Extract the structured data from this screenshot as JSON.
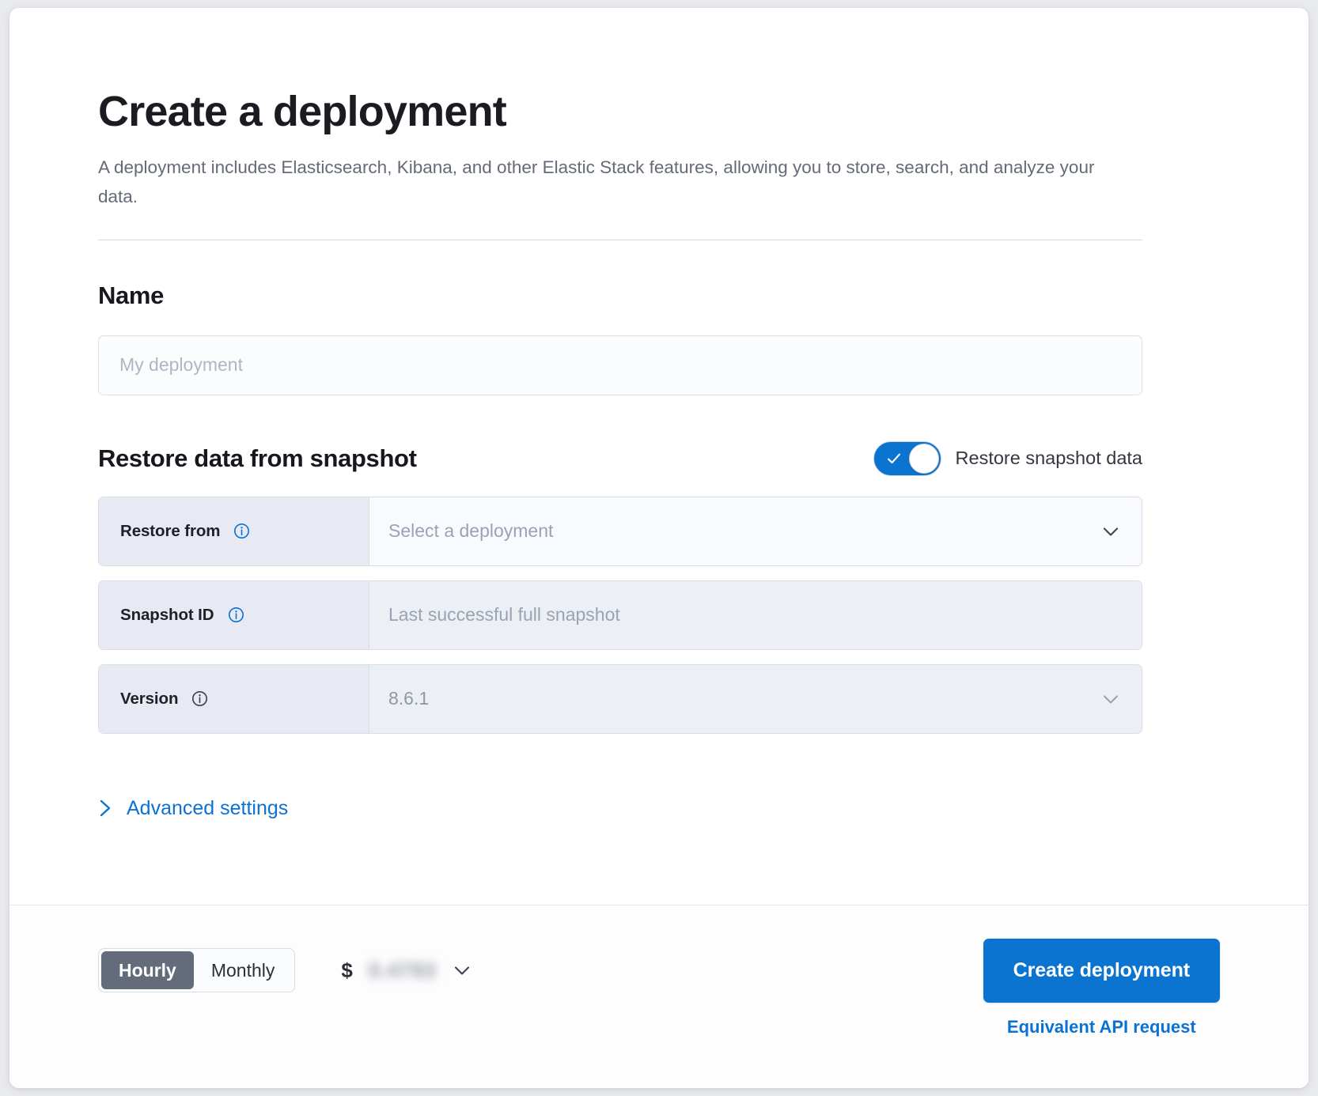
{
  "header": {
    "title": "Create a deployment",
    "description": "A deployment includes Elasticsearch, Kibana, and other Elastic Stack features, allowing you to store, search, and analyze your data."
  },
  "name_section": {
    "heading": "Name",
    "input_value": "",
    "input_placeholder": "My deployment"
  },
  "restore_section": {
    "heading": "Restore data from snapshot",
    "toggle": {
      "label": "Restore snapshot data",
      "state": "on",
      "color": "#0b74d0",
      "icon": "check-icon"
    },
    "rows": [
      {
        "label": "Restore from",
        "info_icon": "info-circle-icon",
        "info_icon_color": "#0b72d4",
        "value": "Select a deployment",
        "is_placeholder": true,
        "control": "dropdown",
        "control_icon": "chevron-down-icon",
        "disabled": false
      },
      {
        "label": "Snapshot ID",
        "info_icon": "info-circle-icon",
        "info_icon_color": "#0b72d4",
        "value": "Last successful full snapshot",
        "is_placeholder": true,
        "control": "text",
        "control_icon": "",
        "disabled": true
      },
      {
        "label": "Version",
        "info_icon": "info-circle-icon",
        "info_icon_color": "#3c3f46",
        "value": "8.6.1",
        "is_placeholder": false,
        "control": "dropdown",
        "control_icon": "chevron-down-icon",
        "disabled": true
      }
    ],
    "advanced_settings": {
      "label": "Advanced settings",
      "icon": "chevron-right-icon",
      "expanded": false
    }
  },
  "footer": {
    "billing_toggle": {
      "options": [
        "Hourly",
        "Monthly"
      ],
      "selected": "Hourly"
    },
    "price": {
      "currency_symbol": "$",
      "amount": "0.4793",
      "redacted": true,
      "icon": "chevron-down-icon"
    },
    "create_button": "Create deployment",
    "api_link": "Equivalent API request"
  }
}
